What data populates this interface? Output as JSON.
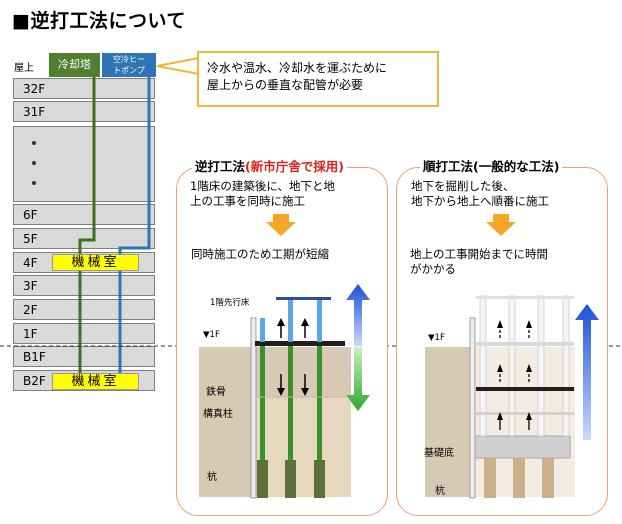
{
  "title": "■逆打工法について",
  "building": {
    "roof_label": "屋上",
    "cooling_tower": "冷却塔",
    "pump_line1": "空冷ヒー",
    "pump_line2": "トポンプ",
    "floors": [
      "32F",
      "31F",
      "6F",
      "5F",
      "4F",
      "3F",
      "2F",
      "1F",
      "B1F",
      "B2F"
    ],
    "machine_room": "機械室"
  },
  "callout": {
    "line1": "冷水や温水、冷却水を運ぶために",
    "line2": "屋上からの垂直な配管が必要"
  },
  "left_panel": {
    "title_main": "逆打工法",
    "title_note": "(新市庁舎で採用)",
    "desc_line1": "1階床の建築後に、地下と地",
    "desc_line2": "上の工事を同時に施工",
    "result": "同時施工のため工期が短縮",
    "label_floor_first": "1階先行床",
    "label_1f": "▼1F",
    "label_steel1": "鉄骨",
    "label_steel2": "構真柱",
    "label_pile": "杭"
  },
  "right_panel": {
    "title": "順打工法(一般的な工法)",
    "desc_line1": "地下を掘削した後、",
    "desc_line2": "地下から地上へ順番に施工",
    "result_line1": "地上の工事開始までに時間",
    "result_line2": "がかかる",
    "label_1f": "▼1F",
    "label_foundation": "基礎底",
    "label_pile": "杭"
  }
}
